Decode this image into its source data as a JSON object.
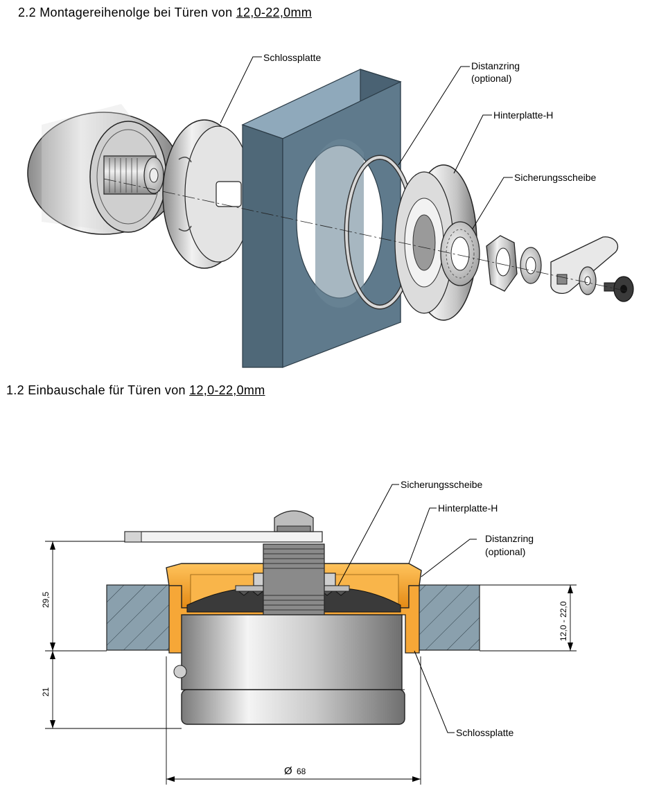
{
  "headings": {
    "assembly": {
      "text": "2.2 Montagereihenolge bei Türen von ",
      "range": "12,0-22,0mm"
    },
    "section": {
      "text": "1.2 Einbauschale für Türen von ",
      "range": "12,0-22,0mm"
    }
  },
  "exploded_labels": {
    "schlossplatte": "Schlossplatte",
    "distanzring_1": "Distanzring",
    "distanzring_2": "(optional)",
    "hinterplatte": "Hinterplatte-H",
    "sicherungsscheibe": "Sicherungsscheibe"
  },
  "section_labels": {
    "sicherungsscheibe": "Sicherungsscheibe",
    "hinterplatte": "Hinterplatte-H",
    "distanzring_1": "Distanzring",
    "distanzring_2": "(optional)",
    "schlossplatte": "Schlossplatte"
  },
  "dimensions": {
    "height_top": "29,5",
    "height_bottom": "21",
    "door_thickness": "12,0 - 22,0",
    "diameter_symbol": "Ø",
    "diameter": "68"
  },
  "colors": {
    "door_face": "#5f7a8c",
    "door_top": "#8fa9bb",
    "door_side": "#4a6273",
    "orange": "#f3a12f",
    "metal": "#b8b8b8"
  }
}
